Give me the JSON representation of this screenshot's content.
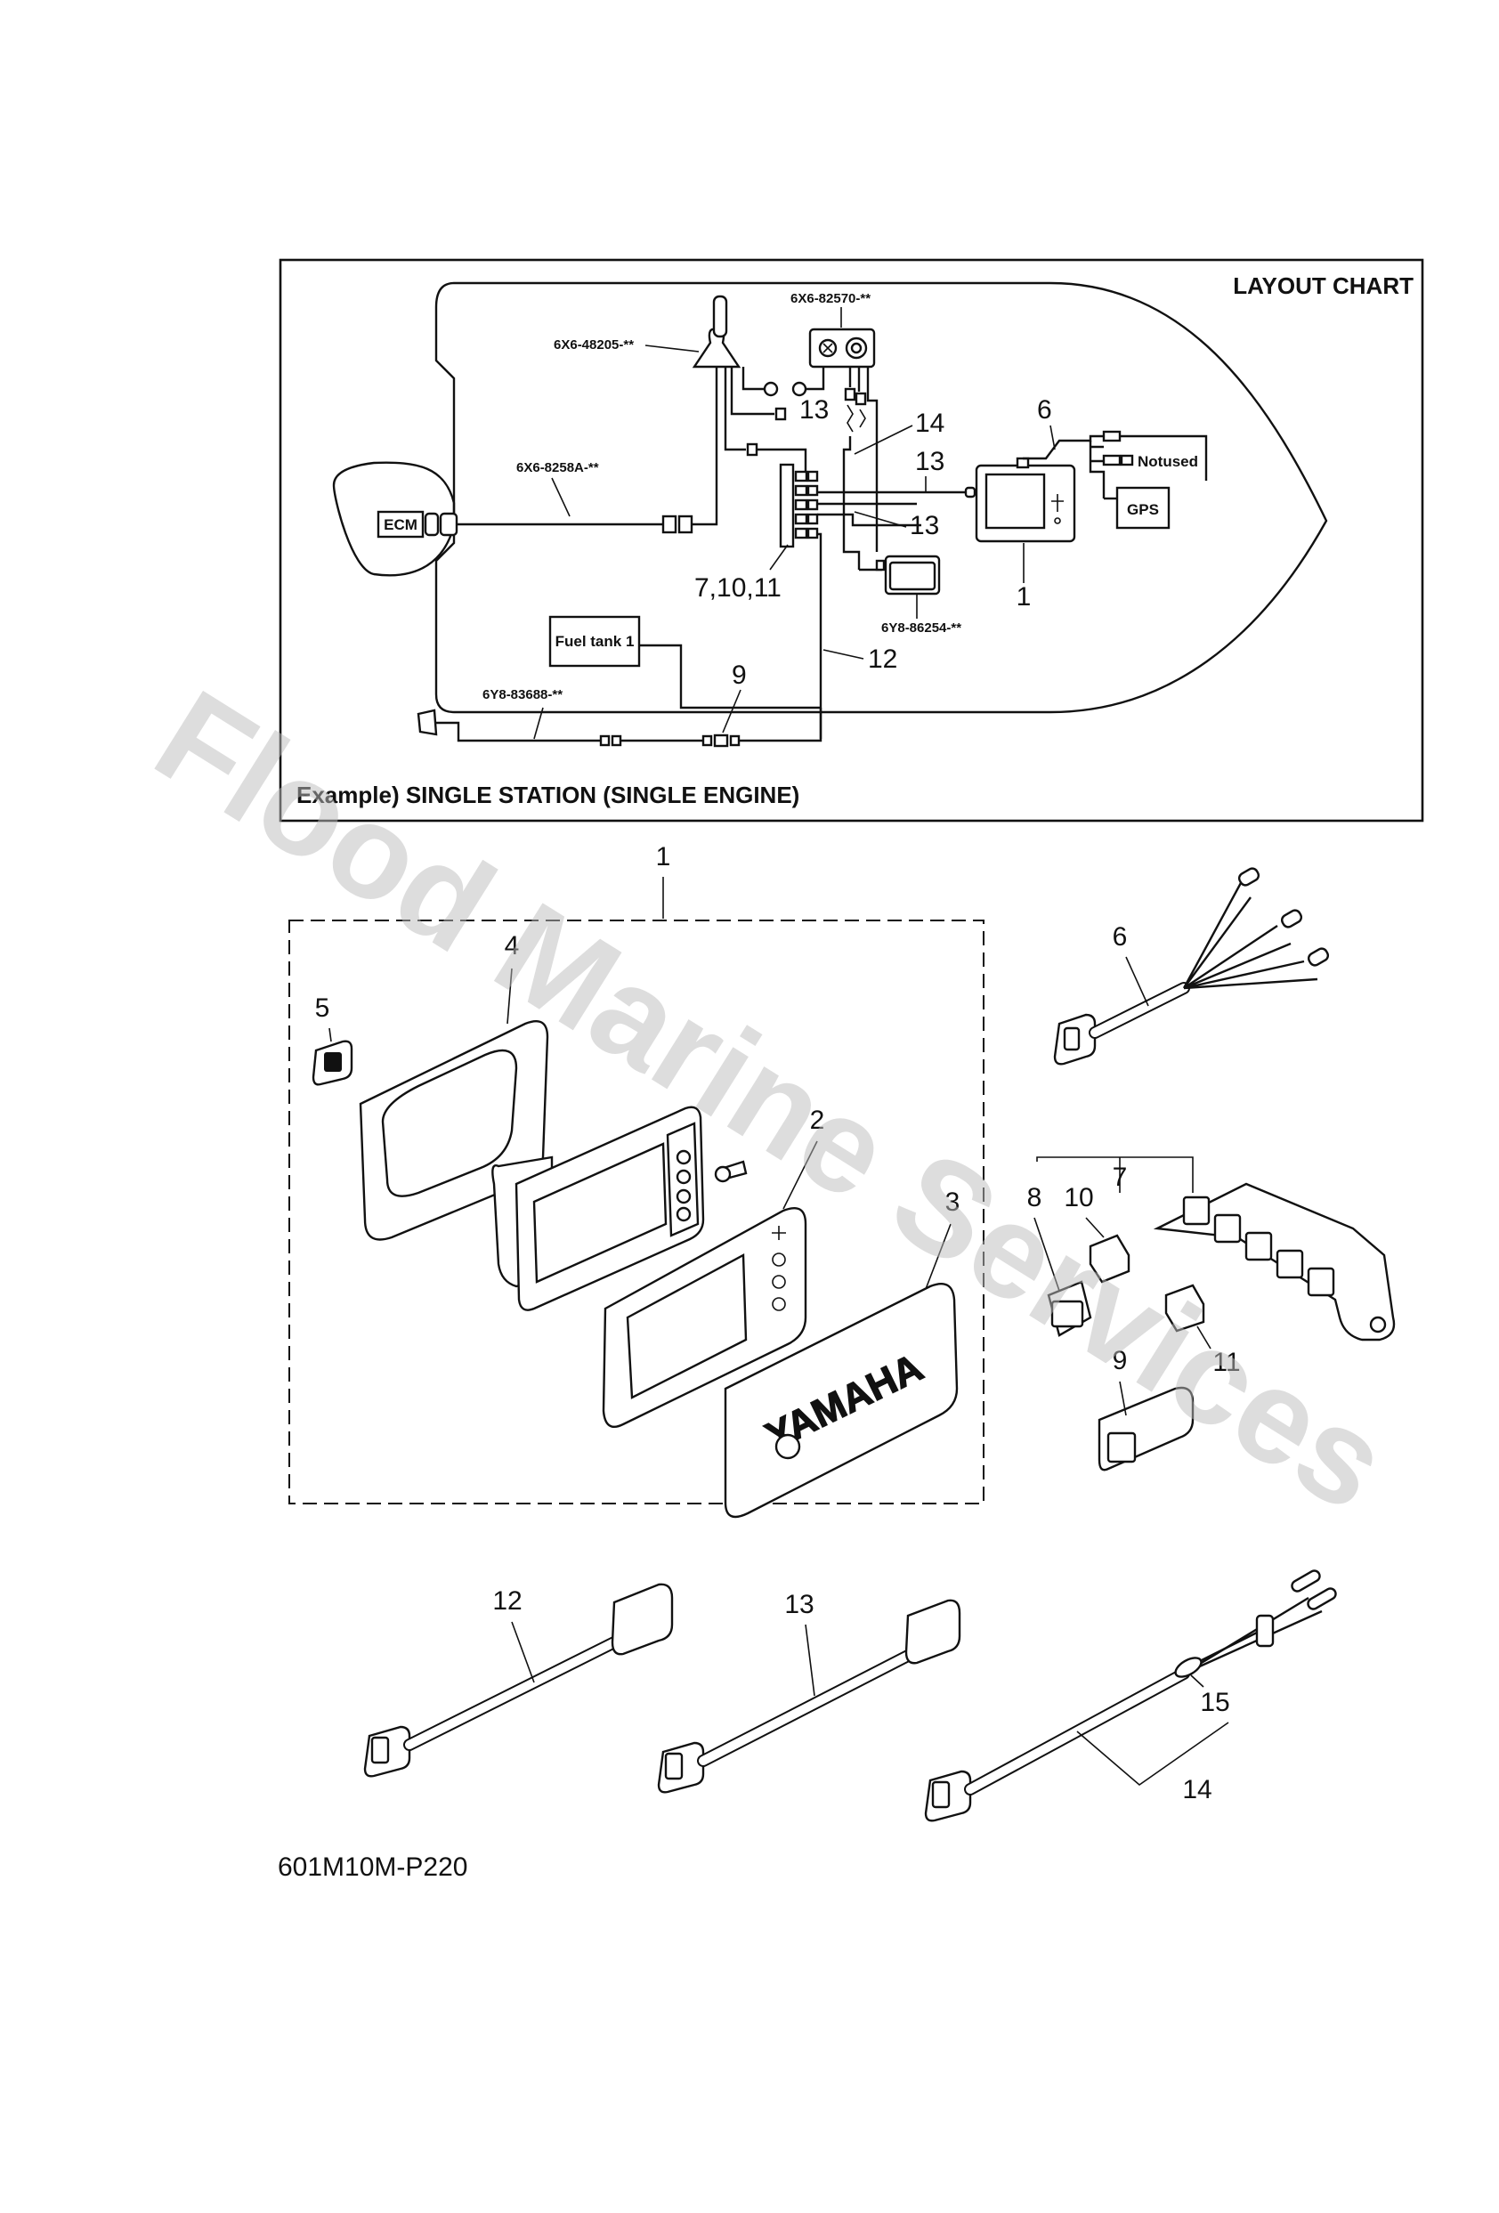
{
  "layout_chart": {
    "title": "LAYOUT CHART",
    "caption": "Example) SINGLE STATION (SINGLE ENGINE)",
    "part_codes": [
      "6X6-82570-**",
      "6X6-48205-**",
      "6X6-8258A-**",
      "6Y8-86254-**",
      "6Y8-83688-**"
    ],
    "boxes": [
      "ECM",
      "GPS",
      "Fuel tank 1"
    ],
    "not_used": "Notused",
    "callouts": [
      "13",
      "14",
      "6",
      "13",
      "13",
      "7,10,11",
      "1",
      "12",
      "9"
    ]
  },
  "exploded": {
    "callouts": [
      "1",
      "4",
      "5",
      "2",
      "3",
      "6",
      "7",
      "8",
      "10",
      "11",
      "9",
      "12",
      "13",
      "15",
      "14"
    ]
  },
  "brand": "YAMAHA",
  "drawing_code": "601M10M-P220",
  "watermark": "Flood Marine Services"
}
